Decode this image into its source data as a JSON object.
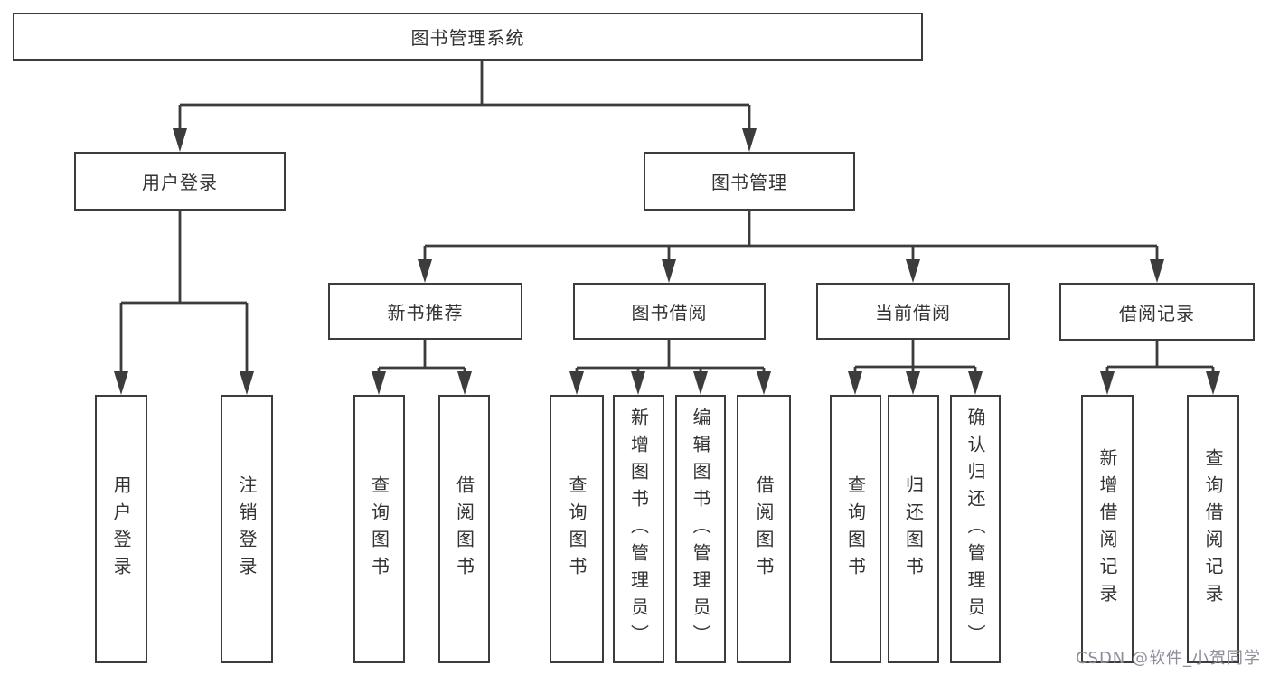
{
  "page": {
    "background": "#ffffff"
  },
  "colors": {
    "line": "#3c3c3c",
    "box_border": "#3c3c3c",
    "text": "#333333",
    "watermark": "#8b8e99"
  },
  "watermark": {
    "text": "CSDN @软件_小贺同学"
  },
  "tree": {
    "label": "图书管理系统",
    "children": [
      {
        "label": "用户登录",
        "children": [
          {
            "label": "用户登录"
          },
          {
            "label": "注销登录"
          }
        ]
      },
      {
        "label": "图书管理",
        "children": [
          {
            "label": "新书推荐",
            "children": [
              {
                "label": "查询图书"
              },
              {
                "label": "借阅图书"
              }
            ]
          },
          {
            "label": "图书借阅",
            "children": [
              {
                "label": "查询图书"
              },
              {
                "label": "新增图书（管理员）"
              },
              {
                "label": "编辑图书（管理员）"
              },
              {
                "label": "借阅图书"
              }
            ]
          },
          {
            "label": "当前借阅",
            "children": [
              {
                "label": "查询图书"
              },
              {
                "label": "归还图书"
              },
              {
                "label": "确认归还（管理员）"
              }
            ]
          },
          {
            "label": "借阅记录",
            "children": [
              {
                "label": "新增借阅记录"
              },
              {
                "label": "查询借阅记录"
              }
            ]
          }
        ]
      }
    ]
  }
}
